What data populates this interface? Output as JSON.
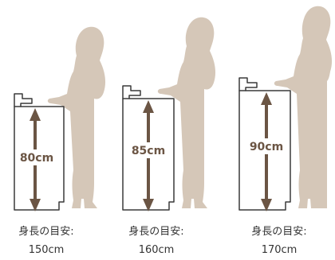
{
  "panels": [
    {
      "counter_height": "80cm",
      "caption_label": "身長の目安:",
      "caption_value": "150cm",
      "person_height_cm": 150,
      "counter_height_cm": 80
    },
    {
      "counter_height": "85cm",
      "caption_label": "身長の目安:",
      "caption_value": "160cm",
      "person_height_cm": 160,
      "counter_height_cm": 85
    },
    {
      "counter_height": "90cm",
      "caption_label": "身長の目安:",
      "caption_value": "170cm",
      "person_height_cm": 170,
      "counter_height_cm": 90
    }
  ],
  "colors": {
    "silhouette": "#d5c7b8",
    "arrow": "#6b5544",
    "outline": "#3a3a3a",
    "caption_text": "#333333"
  }
}
